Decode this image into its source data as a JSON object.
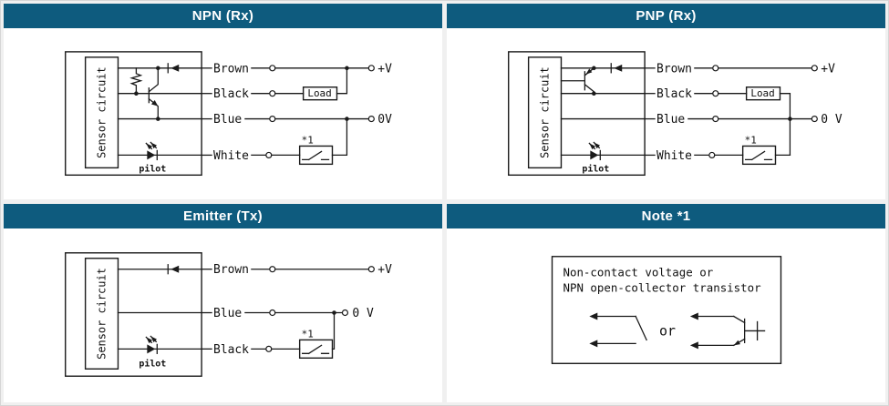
{
  "panels": {
    "npn": {
      "title": "NPN (Rx)",
      "sensor_label": "Sensor circuit",
      "pilot_label": "pilot",
      "wire_brown": "Brown",
      "wire_black": "Black",
      "wire_blue": "Blue",
      "wire_white": "White",
      "terminal_plus": "+V",
      "terminal_zero": "0V",
      "load_label": "Load",
      "note_ref": "*1"
    },
    "pnp": {
      "title": "PNP (Rx)",
      "sensor_label": "Sensor circuit",
      "pilot_label": "pilot",
      "wire_brown": "Brown",
      "wire_black": "Black",
      "wire_blue": "Blue",
      "wire_white": "White",
      "terminal_plus": "+V",
      "terminal_zero": "0 V",
      "load_label": "Load",
      "note_ref": "*1"
    },
    "emitter": {
      "title": "Emitter (Tx)",
      "sensor_label": "Sensor circuit",
      "pilot_label": "pilot",
      "wire_brown": "Brown",
      "wire_blue": "Blue",
      "wire_black": "Black",
      "terminal_plus": "+V",
      "terminal_zero": "0 V",
      "note_ref": "*1"
    },
    "note": {
      "title": "Note *1",
      "line1": "Non-contact voltage or",
      "line2": "NPN open-collector transistor",
      "or_label": "or"
    }
  },
  "colors": {
    "header_bg": "#0e5b7e",
    "header_text": "#ffffff",
    "line": "#1a1a1a",
    "page_bg": "#f0f0f0",
    "panel_bg": "#ffffff"
  }
}
